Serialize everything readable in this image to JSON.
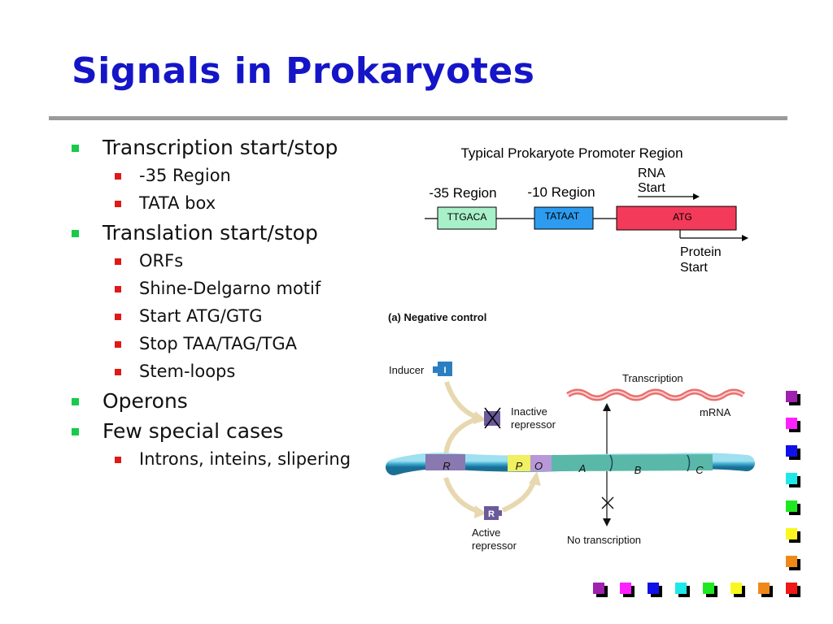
{
  "slide": {
    "title": "Signals in Prokaryotes",
    "bullets": [
      {
        "text": "Transcription start/stop",
        "sub": [
          "-35 Region",
          "TATA box"
        ]
      },
      {
        "text": "Translation start/stop",
        "sub": [
          "ORFs",
          "Shine-Delgarno motif",
          "Start ATG/GTG",
          "Stop TAA/TAG/TGA",
          "Stem-loops"
        ]
      },
      {
        "text": "Operons",
        "sub": []
      },
      {
        "text": "Few special cases",
        "sub": [
          "Introns, inteins, slipering"
        ]
      }
    ]
  },
  "promoter": {
    "title": "Typical Prokaryote Promoter Region",
    "label_35": "-35 Region",
    "label_10": "-10 Region",
    "rna_start": [
      "RNA",
      "Start"
    ],
    "protein_start": [
      "Protein",
      "Start"
    ],
    "box_35": "TTGACA",
    "box_10": "TATAAT",
    "box_atg": "ATG",
    "colors": {
      "box_35": "#a8f0c8",
      "box_10": "#2d9cf0",
      "box_atg": "#f43a5a"
    }
  },
  "operon": {
    "title": "(a) Negative control",
    "inducer": "Inducer",
    "inducer_symbol": "I",
    "inactive_repressor": [
      "Inactive",
      "repressor"
    ],
    "active_repressor": [
      "Active",
      "repressor"
    ],
    "repressor_symbol": "R",
    "transcription": "Transcription",
    "mrna": "mRNA",
    "no_transcription": "No transcription",
    "gene_labels": [
      "R",
      "P",
      "O",
      "A",
      "B",
      "C"
    ]
  },
  "decor_colors": [
    "#a020b0",
    "#ff20ff",
    "#1010e8",
    "#20e8e8",
    "#20e820",
    "#f8f820",
    "#f08818",
    "#f01818"
  ]
}
